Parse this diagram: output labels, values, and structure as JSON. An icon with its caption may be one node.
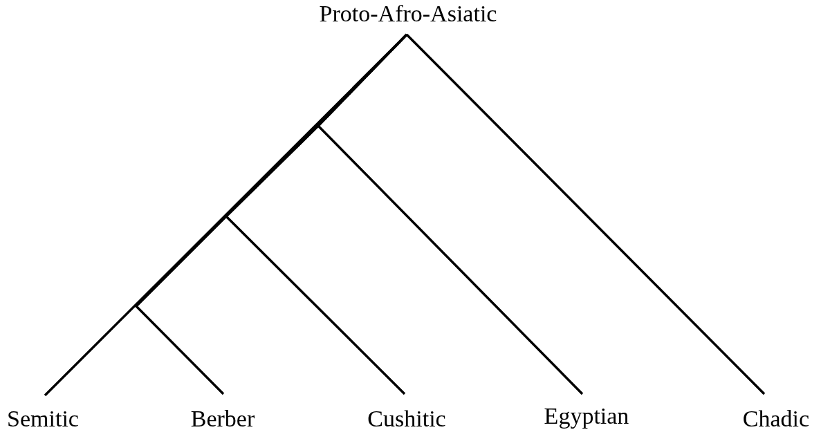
{
  "diagram": {
    "nodes": [
      {
        "text": [
          "Proto-Afro-Asiatic"
        ]
      },
      {
        "text": [
          "Semitic"
        ]
      },
      {
        "text": [
          "Berber"
        ]
      },
      {
        "text": [
          "Cushitic"
        ]
      },
      {
        "text": [
          "Egyptian"
        ]
      },
      {
        "text": [
          "Chadic"
        ]
      }
    ],
    "edges": [
      {
        "from": 0,
        "to": 1,
        "arrow": "none"
      },
      {
        "from": 0,
        "to": 2,
        "arrow": "none"
      },
      {
        "from": 0,
        "to": 3,
        "arrow": "none"
      },
      {
        "from": 0,
        "to": 4,
        "arrow": "none"
      },
      {
        "from": 0,
        "to": 5,
        "arrow": "none"
      }
    ]
  }
}
